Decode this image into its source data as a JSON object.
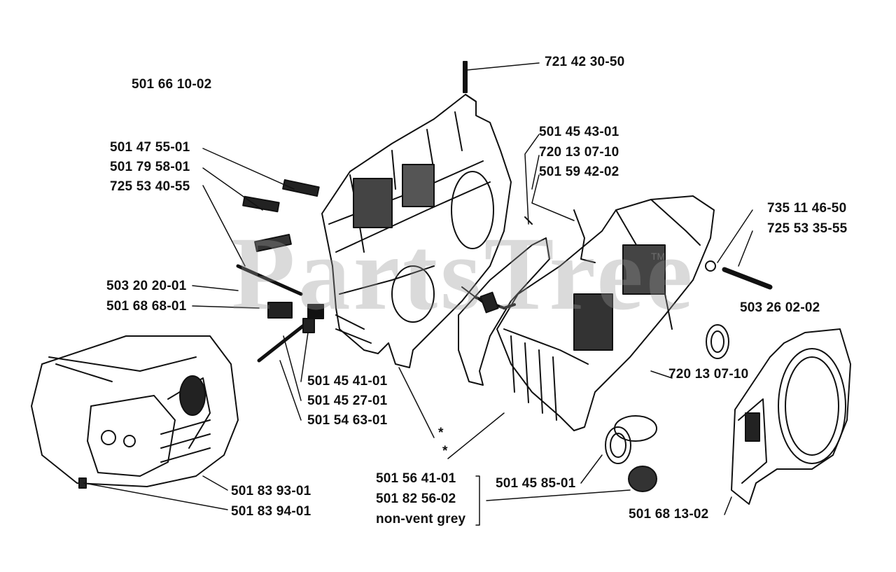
{
  "watermark": {
    "text": "PartsTree",
    "trademark": "TM"
  },
  "part_numbers": {
    "assembly": "501 66 10-02",
    "pin_top": "721 42 30-50",
    "p_501_47_55_01": "501 47 55-01",
    "p_501_79_58_01": "501 79 58-01",
    "p_725_53_40_55": "725 53 40-55",
    "p_501_45_43_01": "501 45 43-01",
    "p_720_13_07_10_a": "720 13 07-10",
    "p_501_59_42_02": "501 59 42-02",
    "p_735_11_46_50": "735 11 46-50",
    "p_725_53_35_55": "725 53 35-55",
    "p_503_20_20_01": "503 20 20-01",
    "p_501_68_68_01": "501 68 68-01",
    "p_503_26_02_02": "503 26 02-02",
    "p_720_13_07_10_b": "720 13 07-10",
    "p_501_45_41_01": "501 45 41-01",
    "p_501_45_27_01": "501 45 27-01",
    "p_501_54_63_01": "501 54 63-01",
    "p_501_56_41_01": "501 56 41-01",
    "p_501_82_56_02": "501 82 56-02",
    "non_vent": "non-vent grey",
    "p_501_45_85_01": "501 45 85-01",
    "p_501_83_93_01": "501 83 93-01",
    "p_501_83_94_01": "501 83 94-01",
    "p_501_68_13_02": "501 68 13-02",
    "asterisk_1": "*",
    "asterisk_2": "*"
  },
  "colors": {
    "ink": "#111111",
    "watermark": "#9a9a9a",
    "background": "#ffffff"
  }
}
